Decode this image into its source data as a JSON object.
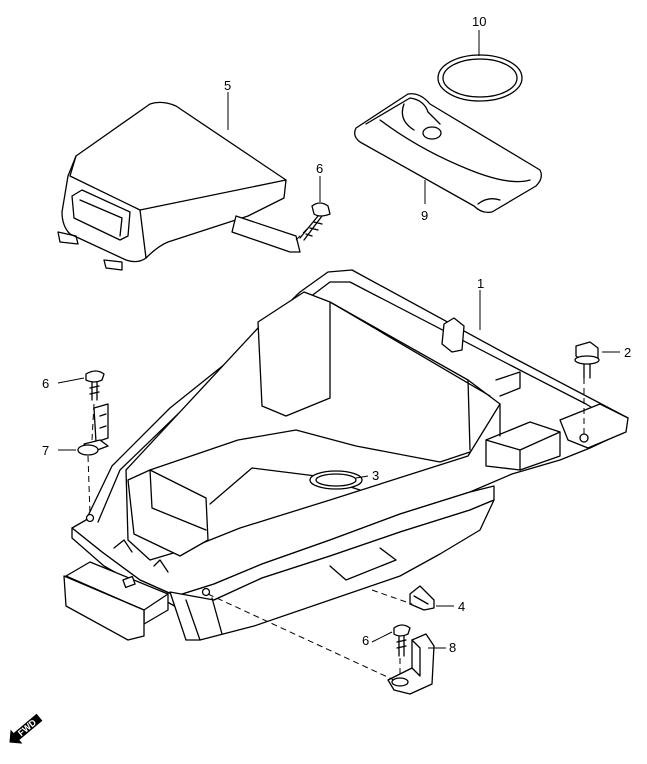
{
  "callouts": {
    "c1": "1",
    "c2": "2",
    "c3": "3",
    "c4": "4",
    "c5": "5",
    "c6a": "6",
    "c6b": "6",
    "c6c": "6",
    "c7": "7",
    "c8": "8",
    "c9": "9",
    "c10": "10"
  },
  "direction_badge": "FWD"
}
